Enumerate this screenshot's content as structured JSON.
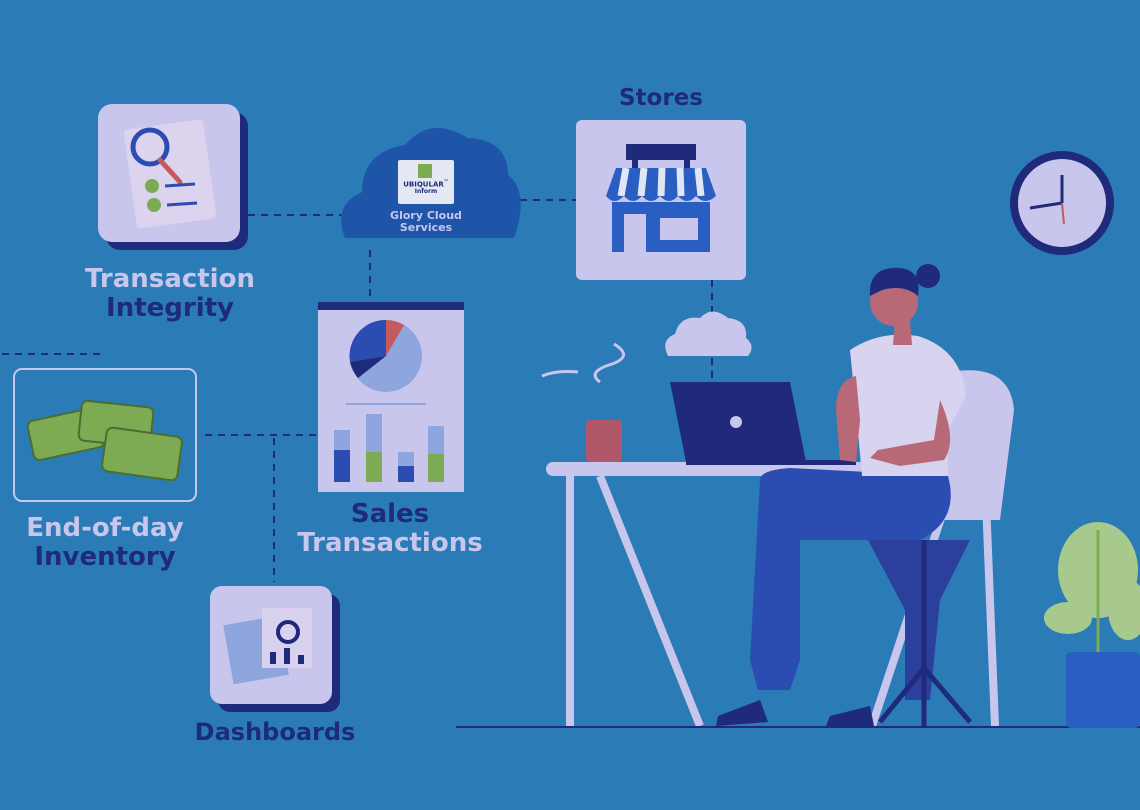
{
  "labels": {
    "stores": "Stores",
    "transaction_line1": "Transaction",
    "transaction_line2": "Integrity",
    "inventory_line1": "End-of-day",
    "inventory_line2": "Inventory",
    "sales_line1": "Sales",
    "sales_line2": "Transactions",
    "dashboards": "Dashboards"
  },
  "cloud": {
    "logo_line1": "UBIQULAR",
    "logo_tm": "™",
    "logo_line2": "Inform",
    "service_line1": "Glory Cloud",
    "service_line2": "Services"
  },
  "colors": {
    "background": "#2b7cb6",
    "card_fill": "#c9c6ee",
    "dark_navy": "#1f2a7a",
    "label_light": "#c9c6ee",
    "accent_green": "#7dab54",
    "accent_red": "#c45a5a"
  }
}
